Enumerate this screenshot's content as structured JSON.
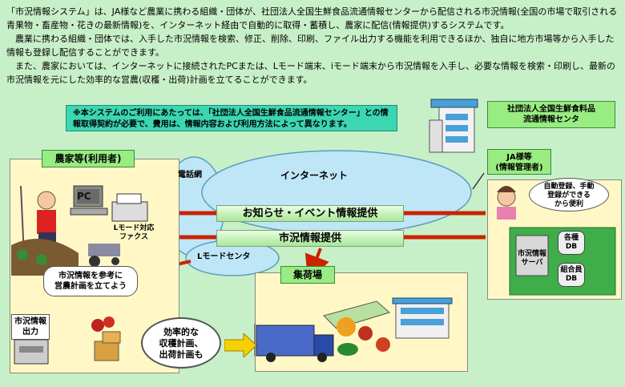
{
  "intro": [
    "「市況情報システム」は、JA様など農業に携わる組織・団体が、社団法人全国生鮮食品流通情報センターから配信される市況情報(全国の市場で取引される青果物・畜産物・花きの最新情報)を、インターネット経由で自動的に取得・蓄積し、農家に配信(情報提供)するシステムです。",
    "農業に携わる組織・団体では、入手した市況情報を検索、修正、削除、印刷、ファイル出力する機能を利用できるほか、独自に地方市場等から入手した情報も登録し配信することができます。",
    "また、農家においては、インターネットに接続されたPCまたは、Lモード端末、iモード端末から市況情報を入手し、必要な情報を検索・印刷し、最新の市況情報を元にした効率的な営農(収穫・出荷)計画を立てることができます。"
  ],
  "note": "※本システムのご利用にあたっては、「社団法人全国生鮮食品流通情報センター」との情報取得契約が必要で、費用は、情報内容および利用方法によって異なります。",
  "center_org": {
    "line1": "社団法人全国生鮮食料品",
    "line2": "流通情報センタ"
  },
  "ja": {
    "line1": "JA様等",
    "line2": "(情報管理者)"
  },
  "auto_bubble": {
    "line1": "自動登録、手動",
    "line2": "登録ができる",
    "line3": "から便利"
  },
  "db": {
    "server_line1": "市況情報",
    "server_line2": "サーバ",
    "db1_line1": "各種",
    "db1_line2": "DB",
    "db2_line1": "組合員",
    "db2_line2": "DB"
  },
  "farmer_panel": {
    "title": "農家等(利用者)",
    "pc": "PC",
    "fax_line1": "Lモード対応",
    "fax_line2": "ファクス",
    "plan_line1": "市況情報を参考に",
    "plan_line2": "営農計画を立てよう",
    "output_line1": "市況情報",
    "output_line2": "出力"
  },
  "network": {
    "phone": "電話網",
    "internet": "インターネット",
    "lmode": "Lモードセンタ"
  },
  "flows": {
    "news": "お知らせ・イベント情報提供",
    "market": "市況情報提供"
  },
  "collect": {
    "title": "集荷場"
  },
  "plan_bubble": {
    "line1": "効率的な",
    "line2": "収穫計画、",
    "line3": "出荷計画も"
  },
  "colors": {
    "background": "#c8f0c8",
    "panel": "#fff8c6",
    "label_green": "#98ec82",
    "note": "#3bd6b2",
    "arrow": "#cc2200"
  }
}
